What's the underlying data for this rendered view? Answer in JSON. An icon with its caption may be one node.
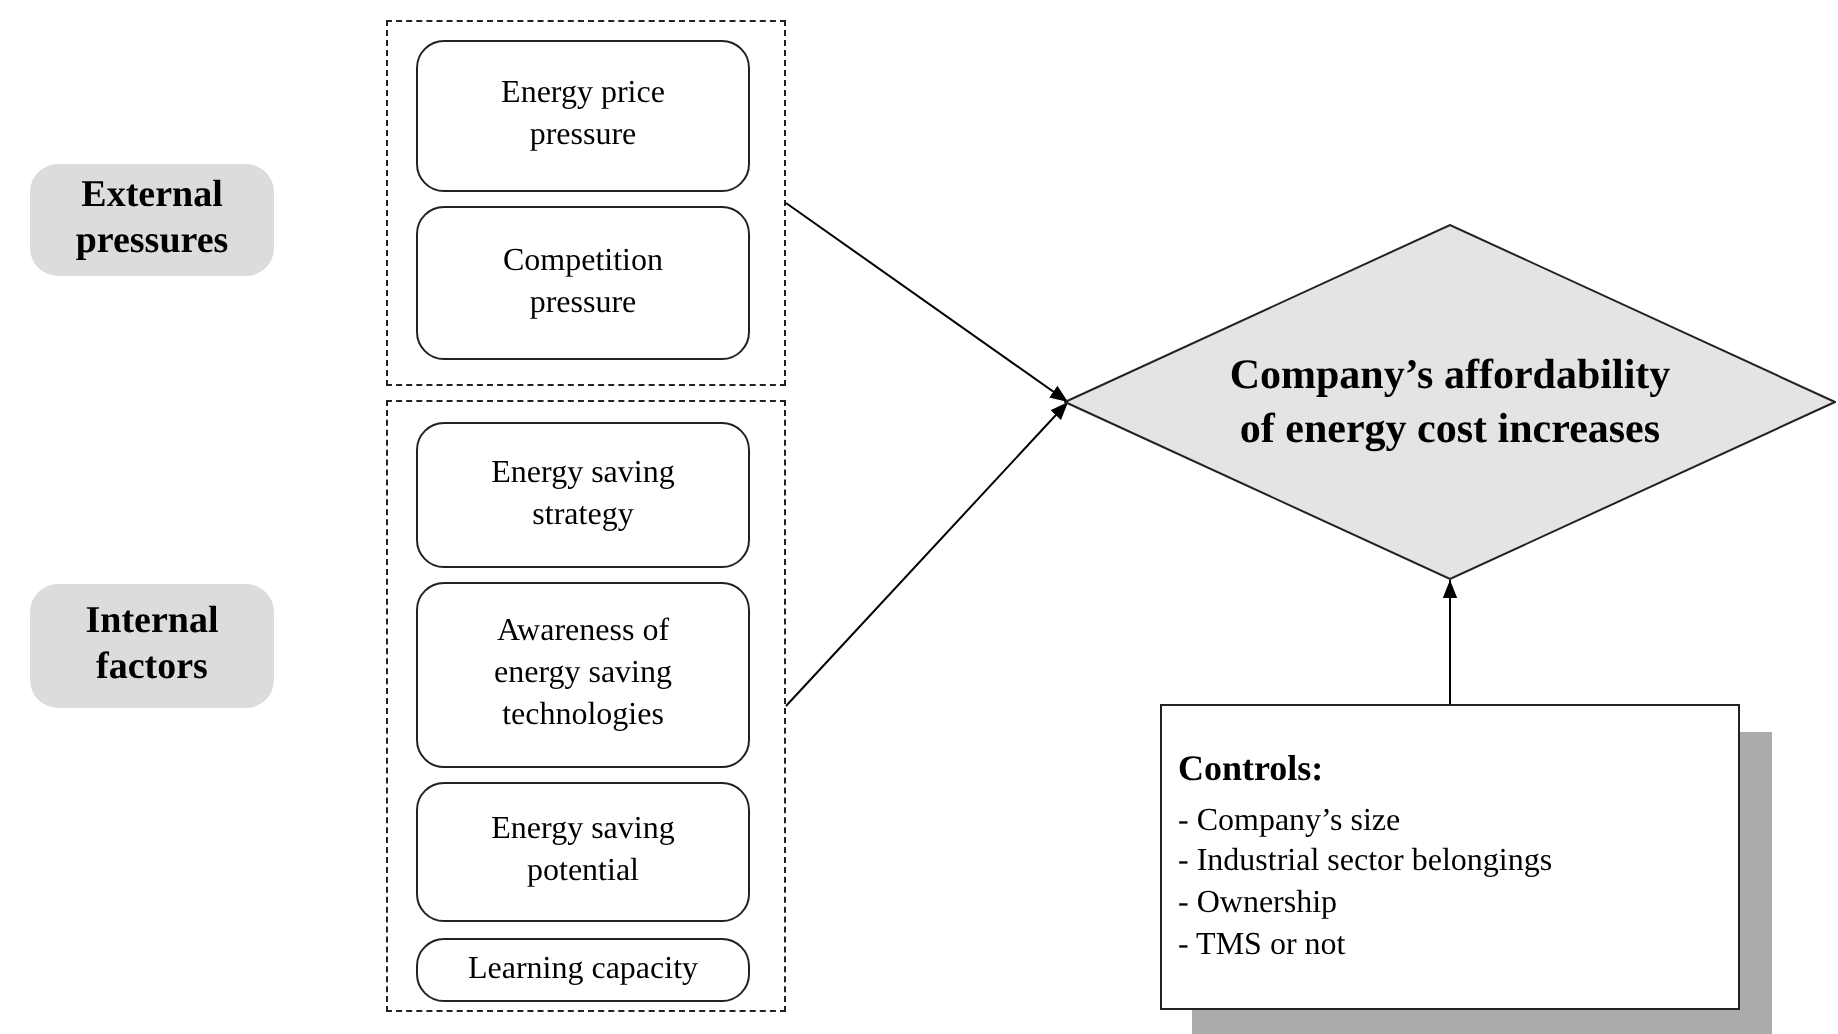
{
  "diagram": {
    "nodes": [
      {
        "text": [
          "External pressures"
        ]
      },
      {
        "text": [],
        "shape": "box"
      },
      {
        "text": [
          "Energy price pressure"
        ],
        "in": 1
      },
      {
        "text": [
          "Competition pressure"
        ],
        "in": 1
      },
      {
        "text": [
          "Internal factors"
        ]
      },
      {
        "text": [],
        "shape": "box"
      },
      {
        "text": [
          "Energy saving strategy"
        ],
        "in": 5
      },
      {
        "text": [
          "Awareness of energy saving technologies"
        ],
        "in": 5
      },
      {
        "text": [
          "Energy saving potential"
        ],
        "in": 5
      },
      {
        "text": [
          "Learning capacity"
        ],
        "in": 5
      },
      {
        "text": [
          "Company’s affordability of energy cost increases"
        ]
      },
      {
        "text": [
          "Controls:",
          "- Company’s size",
          "- Industrial sector belongings",
          "- Ownership",
          "- TMS or not"
        ]
      }
    ],
    "edges": [
      {
        "from": 1,
        "to": 10,
        "arrow": "to"
      },
      {
        "from": 5,
        "to": 10,
        "arrow": "to"
      },
      {
        "from": 11,
        "to": 10,
        "arrow": "to"
      }
    ]
  }
}
